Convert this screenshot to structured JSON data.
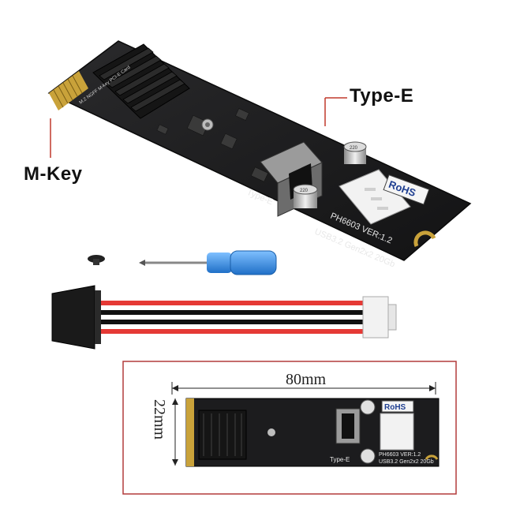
{
  "callouts": {
    "type_e": "Type-E",
    "m_key": "M-Key"
  },
  "pcb": {
    "silk_type_e": "Type-E",
    "model": "PH6603  VER:1.2",
    "spec": "USB3.2 Gen2x2 20Gb",
    "rohs": "RoHS",
    "vertical_text": "M.2 NGFF M-key PCI-E Card"
  },
  "inset": {
    "length": "80mm",
    "width": "22mm",
    "model": "PH6603  VER:1.2",
    "spec": "USB3.2 Gen2x2 20Gb",
    "silk_type_e": "Type-E",
    "rohs": "RoHS"
  },
  "colors": {
    "pcb": "#1c1c1e",
    "heatsink": "#151515",
    "gold": "#c9a23a",
    "callout_line": "#c0392b",
    "inset_border": "#b23b3b",
    "wire_red": "#e53935",
    "wire_black": "#111111",
    "screwdriver_blue": "#2f8ce0",
    "sata_connector": "#1a1a1a",
    "jst_connector": "#f2f2f2"
  },
  "icons": [
    "screw-icon",
    "screwdriver-icon"
  ]
}
